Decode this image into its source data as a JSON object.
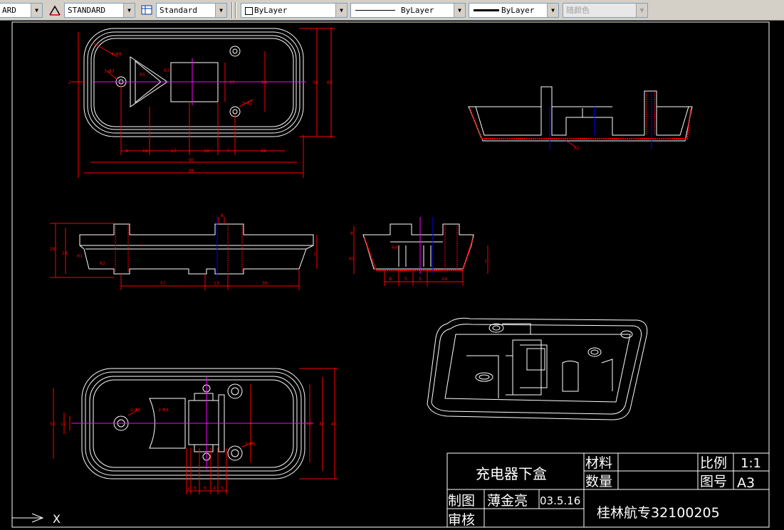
{
  "toolbar": {
    "text_style": "ARD",
    "dim_style": "STANDARD",
    "table_style": "Standard",
    "layer": "ByLayer",
    "linetype": "ByLayer",
    "lineweight": "ByLayer",
    "plot_style": "随颜色"
  },
  "icons": {
    "dim_style_icon": "dimension-style-icon",
    "table_style_icon": "table-style-icon",
    "layer_color_icon": "color-swatch-icon",
    "ucs_icon": "ucs-axis-icon"
  },
  "colors": {
    "drawing_bg": "#000000",
    "geometry": "#ffffff",
    "dimensions": "#ff0000",
    "centerline": "#ff00ff",
    "hidden": "#0000ff"
  },
  "title_block": {
    "part_name": "充电器下盒",
    "material_label": "材料",
    "quantity_label": "数量",
    "scale_label": "比例",
    "scale_value": "1:1",
    "drawing_no_label": "图号",
    "drawing_no_value": "A3",
    "drawn_label": "制图",
    "drawn_by": "薄金亮",
    "date": "03.5.16",
    "check_label": "审核",
    "school": "桂林航专32100205"
  },
  "ucs": {
    "x_label": "X"
  }
}
